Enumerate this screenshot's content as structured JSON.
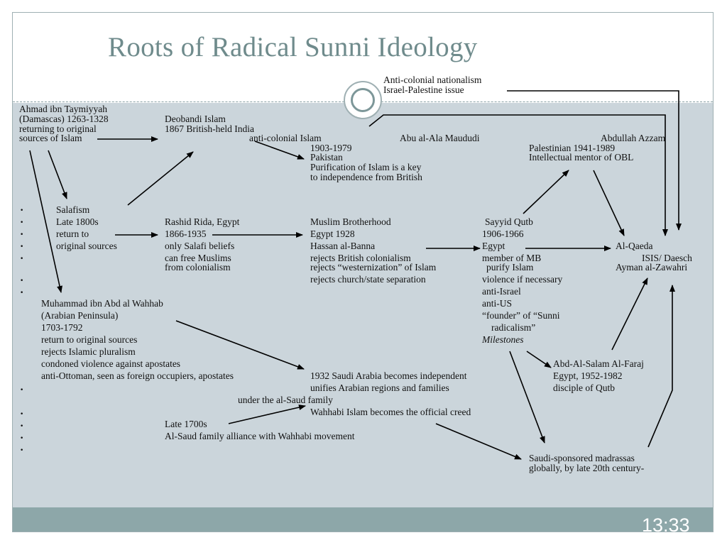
{
  "slide": {
    "title": "Roots of Radical Sunni Ideology",
    "clock": "13:33",
    "bullet_glyph": "•"
  },
  "nodes": {
    "anticolonial_top": [
      "Anti-colonial nationalism",
      "Israel-Palestine issue"
    ],
    "taymiyyah": [
      "Ahmad ibn Taymiyyah",
      "(Damascas) 1263-1328",
      "returning to original",
      "sources of Islam"
    ],
    "deobandi": [
      "Deobandi Islam",
      "1867 British-held India"
    ],
    "anticolonial_islam": "anti-colonial Islam",
    "maududi": [
      "Abu al-Ala Maududi",
      "1903-1979",
      "Pakistan",
      "Purification of Islam is a key",
      "to independence from British"
    ],
    "azzam": [
      "Abdullah Azzam",
      "Palestinian 1941-1989",
      "Intellectual mentor of OBL"
    ],
    "salafism": [
      "Salafism",
      "Late 1800s",
      "return to",
      "original sources"
    ],
    "rida": [
      "Rashid Rida, Egypt",
      "1866-1935",
      "only Salafi beliefs",
      "can free Muslims",
      "from colonialism"
    ],
    "brotherhood": [
      "Muslim Brotherhood",
      "Egypt 1928",
      "Hassan al-Banna",
      "rejects British colonialism",
      "rejects “westernization” of Islam",
      "rejects church/state separation"
    ],
    "qutb": [
      "Sayyid Qutb",
      "1906-1966",
      "Egypt",
      "member of MB",
      "purify Islam",
      "violence if necessary",
      "anti-Israel",
      "anti-US",
      "“founder” of “Sunni",
      "radicalism”"
    ],
    "qutb_book": "Milestones",
    "alqaeda": "Al-Qaeda",
    "isis": "ISIS/ Daesch",
    "zawahri": "Ayman al-Zawahri",
    "wahhab": [
      "Muhammad ibn Abd al Wahhab",
      "(Arabian Peninsula)",
      "1703-1792",
      "return to original sources",
      "rejects Islamic pluralism",
      "condoned violence against apostates",
      "anti-Ottoman, seen as foreign occupiers, apostates"
    ],
    "saudi": [
      "1932 Saudi Arabia becomes independent",
      "unifies Arabian regions and families"
    ],
    "al_saud": "under the al-Saud family",
    "wahhabi_creed": "Wahhabi Islam becomes the official creed",
    "late1700s": [
      "Late 1700s",
      "Al-Saud family alliance with Wahhabi movement"
    ],
    "faraj": [
      "Abd-Al-Salam Al-Faraj",
      "Egypt, 1952-1982",
      "disciple of Qutb"
    ],
    "madrassas": [
      "Saudi-sponsored madrassas",
      "globally, by late 20th century-"
    ]
  }
}
